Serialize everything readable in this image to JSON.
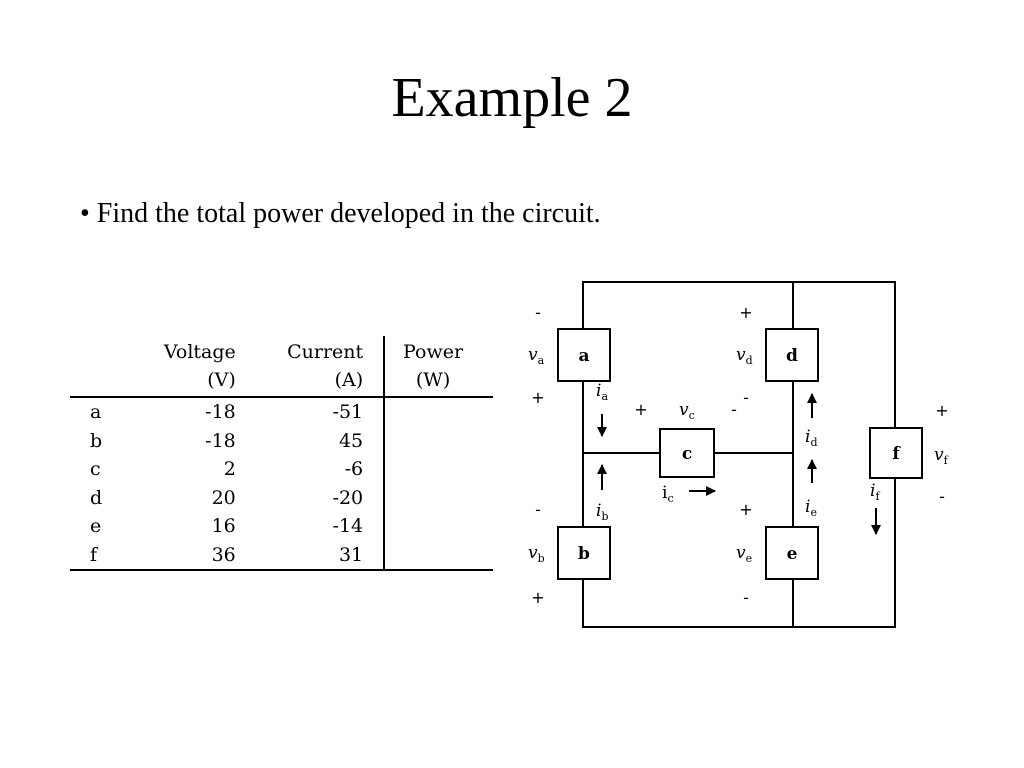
{
  "slide": {
    "title": "Example 2",
    "bullet": "• Find the total power developed in the circuit."
  },
  "table": {
    "headers": {
      "voltage": [
        "Voltage",
        "(V)"
      ],
      "current": [
        "Current",
        "(A)"
      ],
      "power": [
        "Power",
        "(W)"
      ]
    },
    "rows": [
      {
        "element": "a",
        "voltage": "-18",
        "current": "-51",
        "power": ""
      },
      {
        "element": "b",
        "voltage": "-18",
        "current": "45",
        "power": ""
      },
      {
        "element": "c",
        "voltage": "2",
        "current": "-6",
        "power": ""
      },
      {
        "element": "d",
        "voltage": "20",
        "current": "-20",
        "power": ""
      },
      {
        "element": "e",
        "voltage": "16",
        "current": "-14",
        "power": ""
      },
      {
        "element": "f",
        "voltage": "36",
        "current": "31",
        "power": ""
      }
    ]
  },
  "circuit": {
    "elements": {
      "a": "a",
      "b": "b",
      "c": "c",
      "d": "d",
      "e": "e",
      "f": "f"
    },
    "voltage_labels": {
      "va": [
        "v",
        "a"
      ],
      "vb": [
        "v",
        "b"
      ],
      "vc": [
        "v",
        "c"
      ],
      "vd": [
        "v",
        "d"
      ],
      "ve": [
        "v",
        "e"
      ],
      "vf": [
        "v",
        "f"
      ]
    },
    "current_labels": {
      "ia": [
        "i",
        "a"
      ],
      "ib": [
        "i",
        "b"
      ],
      "ic": [
        "i",
        "c"
      ],
      "id": [
        "i",
        "d"
      ],
      "ie": [
        "i",
        "e"
      ],
      "if": [
        "i",
        "f"
      ]
    },
    "plus": "+",
    "minus": "-"
  }
}
